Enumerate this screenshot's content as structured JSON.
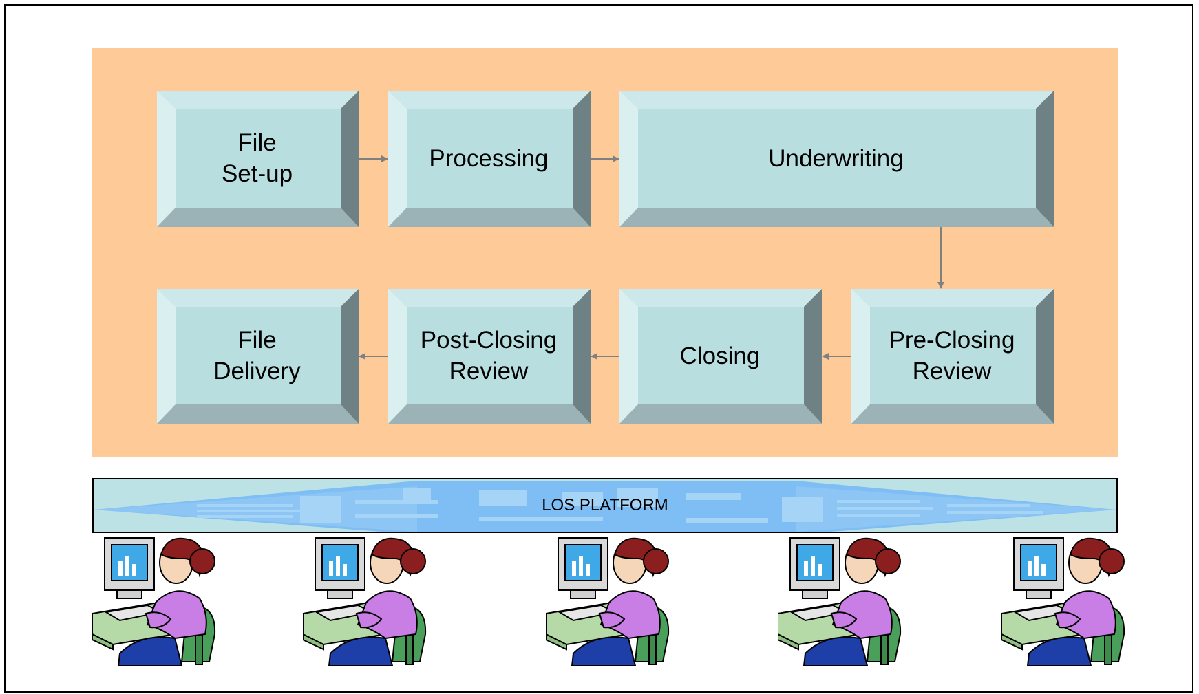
{
  "diagram": {
    "steps_row1": [
      {
        "label": "File\nSet-up"
      },
      {
        "label": "Processing"
      },
      {
        "label": "Underwriting"
      }
    ],
    "steps_row2": [
      {
        "label": "File\nDelivery"
      },
      {
        "label": "Post-Closing\nReview"
      },
      {
        "label": "Closing"
      },
      {
        "label": "Pre-Closing\nReview"
      }
    ],
    "platform": {
      "label": "LOS PLATFORM"
    },
    "colors": {
      "panel": "#fecb98",
      "box_face": "#b9dee0",
      "box_top": "#cde8ea",
      "box_right": "#6e8285",
      "box_bottom": "#9bb3b6",
      "platform_bg": "#bde2e6",
      "platform_pattern": "#7fbef5"
    },
    "workers": [
      {
        "icon": "computer-user-icon"
      },
      {
        "icon": "computer-user-icon"
      },
      {
        "icon": "computer-user-icon"
      },
      {
        "icon": "computer-user-icon"
      },
      {
        "icon": "computer-user-icon"
      }
    ]
  }
}
